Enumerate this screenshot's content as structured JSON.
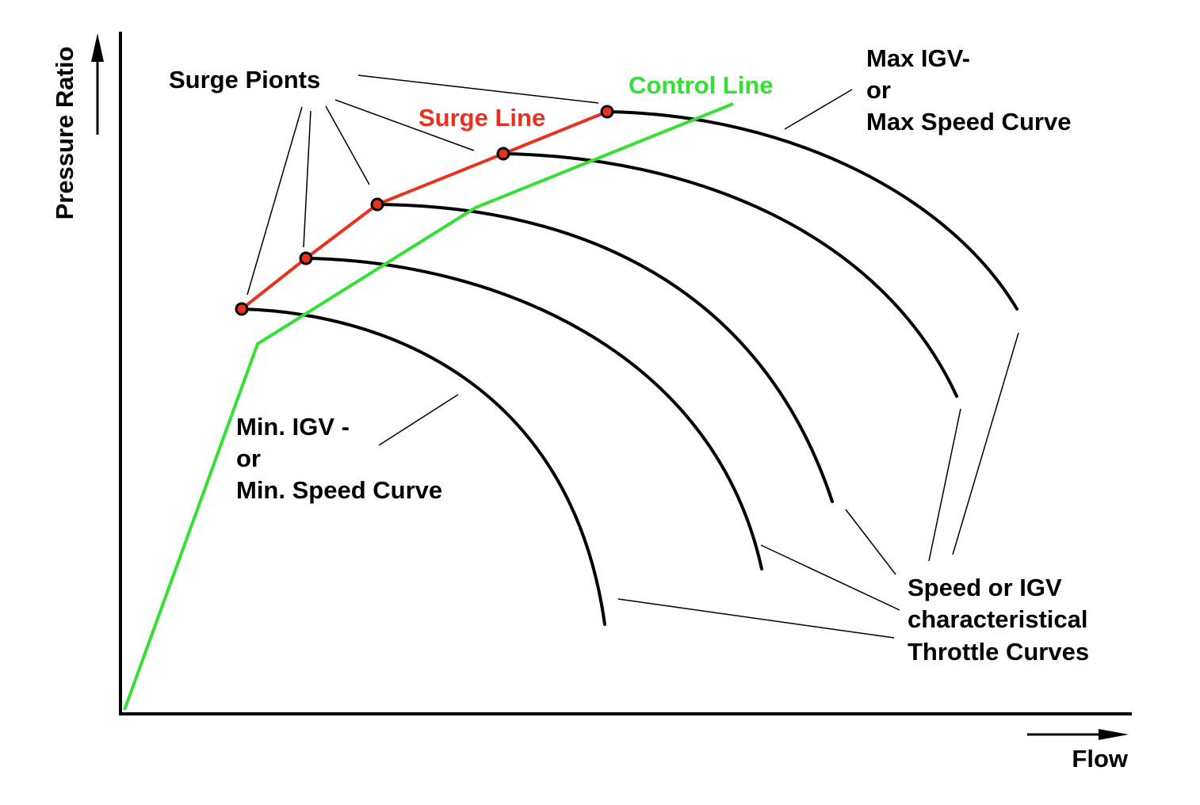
{
  "axes": {
    "x_label": "Flow",
    "y_label": "Pressure Ratio"
  },
  "labels": {
    "surge_points": "Surge Pionts",
    "surge_line": "Surge Line",
    "control_line": "Control Line",
    "max_curve": [
      "Max IGV-",
      "or",
      "Max Speed Curve"
    ],
    "min_curve": [
      "Min. IGV -",
      "or",
      "Min. Speed Curve"
    ],
    "throttle_curves": [
      "Speed or IGV",
      "characteristical",
      "Throttle Curves"
    ]
  },
  "colors": {
    "surge_line": "#e8321e",
    "control_line": "#33e033",
    "curves": "#000000",
    "surge_point_fill": "#e8321e"
  },
  "diagram": {
    "curve_count": 5,
    "surge_point_count": 5
  }
}
